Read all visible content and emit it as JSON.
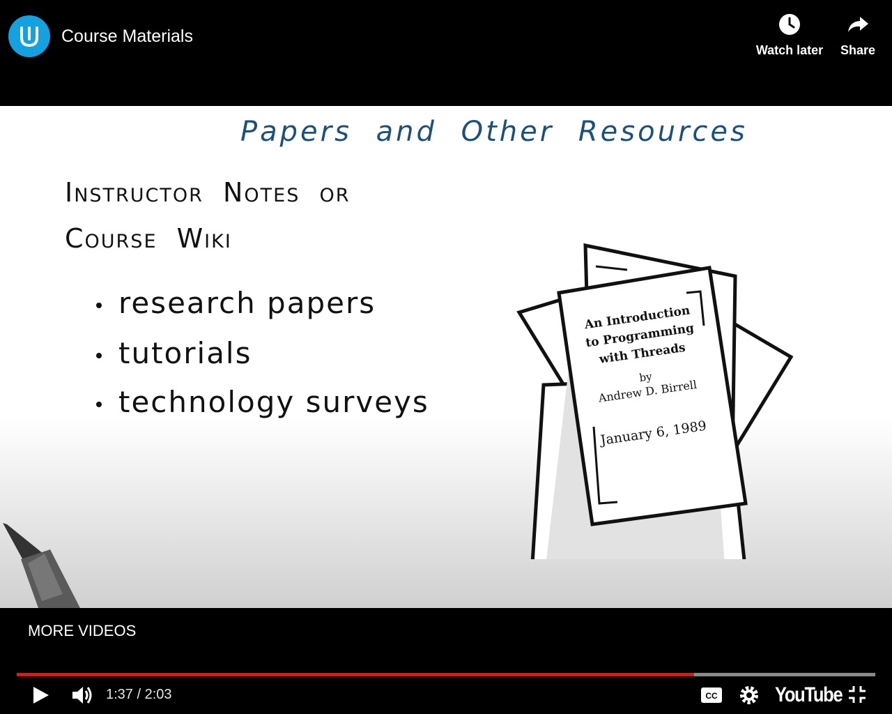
{
  "header": {
    "channel_logo_icon": "udacity-logo-icon",
    "title": "Course Materials",
    "actions": [
      {
        "label": "Watch later",
        "icon": "clock-icon"
      },
      {
        "label": "Share",
        "icon": "share-arrow-icon"
      }
    ]
  },
  "slide": {
    "title": "Papers and Other Resources",
    "notes_line1": "Instructor Notes or",
    "notes_line2": "Course Wiki",
    "bullets": [
      "research papers",
      "tutorials",
      "technology surveys"
    ],
    "paper": {
      "title_line1": "An Introduction",
      "title_line2": "to Programming",
      "title_line3": "with Threads",
      "by": "by",
      "author": "Andrew D. Birrell",
      "date": "January 6, 1989"
    }
  },
  "player": {
    "more_videos": "MORE VIDEOS",
    "current_time": "1:37",
    "duration": "2:03",
    "time_display": "1:37 / 2:03",
    "progress_fraction": 0.789,
    "brand": "YouTube",
    "colors": {
      "progress": "#e81414",
      "track": "#8a8a8a",
      "logo_bg": "#15a1e0"
    }
  }
}
